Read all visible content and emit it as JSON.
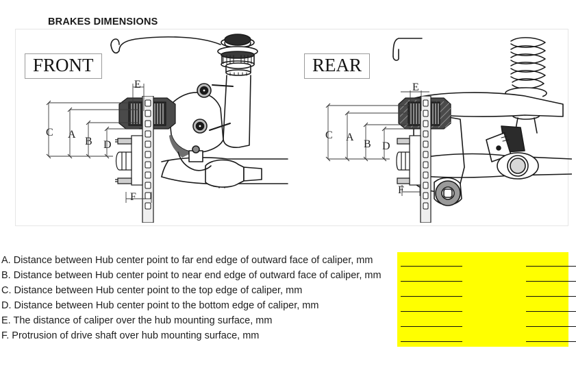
{
  "document": {
    "title": "BRAKES DIMENSIONS",
    "background_color": "#ffffff"
  },
  "figure": {
    "views": [
      {
        "id": "front",
        "label": "FRONT"
      },
      {
        "id": "rear",
        "label": "REAR"
      }
    ],
    "dimension_letters": [
      "A",
      "B",
      "C",
      "D",
      "E",
      "F"
    ],
    "front_dimension_labels": {
      "a": "A",
      "b": "B",
      "c": "C",
      "d": "D",
      "e": "E",
      "f": "F"
    },
    "rear_dimension_labels": {
      "a": "A",
      "b": "B",
      "c": "C",
      "d": "D",
      "e": "E",
      "f": "F"
    }
  },
  "legend": {
    "items": [
      "A. Distance between Hub center point to far end edge of outward face of caliper, mm",
      "B. Distance between Hub center point to near end edge of outward face of caliper, mm",
      "C. Distance between Hub center point to the top edge of caliper, mm",
      "D. Distance between Hub center point to the bottom edge of caliper, mm",
      "E. The distance of caliper over the hub mounting surface, mm",
      "F. Protrusion of drive shaft over hub mounting surface, mm"
    ]
  },
  "answers": {
    "highlight_color": "#FFFF00",
    "rows": [
      {
        "letter": "A",
        "value_left": "",
        "value_right": ""
      },
      {
        "letter": "B",
        "value_left": "",
        "value_right": ""
      },
      {
        "letter": "C",
        "value_left": "",
        "value_right": ""
      },
      {
        "letter": "D",
        "value_left": "",
        "value_right": ""
      },
      {
        "letter": "E",
        "value_left": "",
        "value_right": ""
      },
      {
        "letter": "F",
        "value_left": "",
        "value_right": ""
      }
    ]
  }
}
